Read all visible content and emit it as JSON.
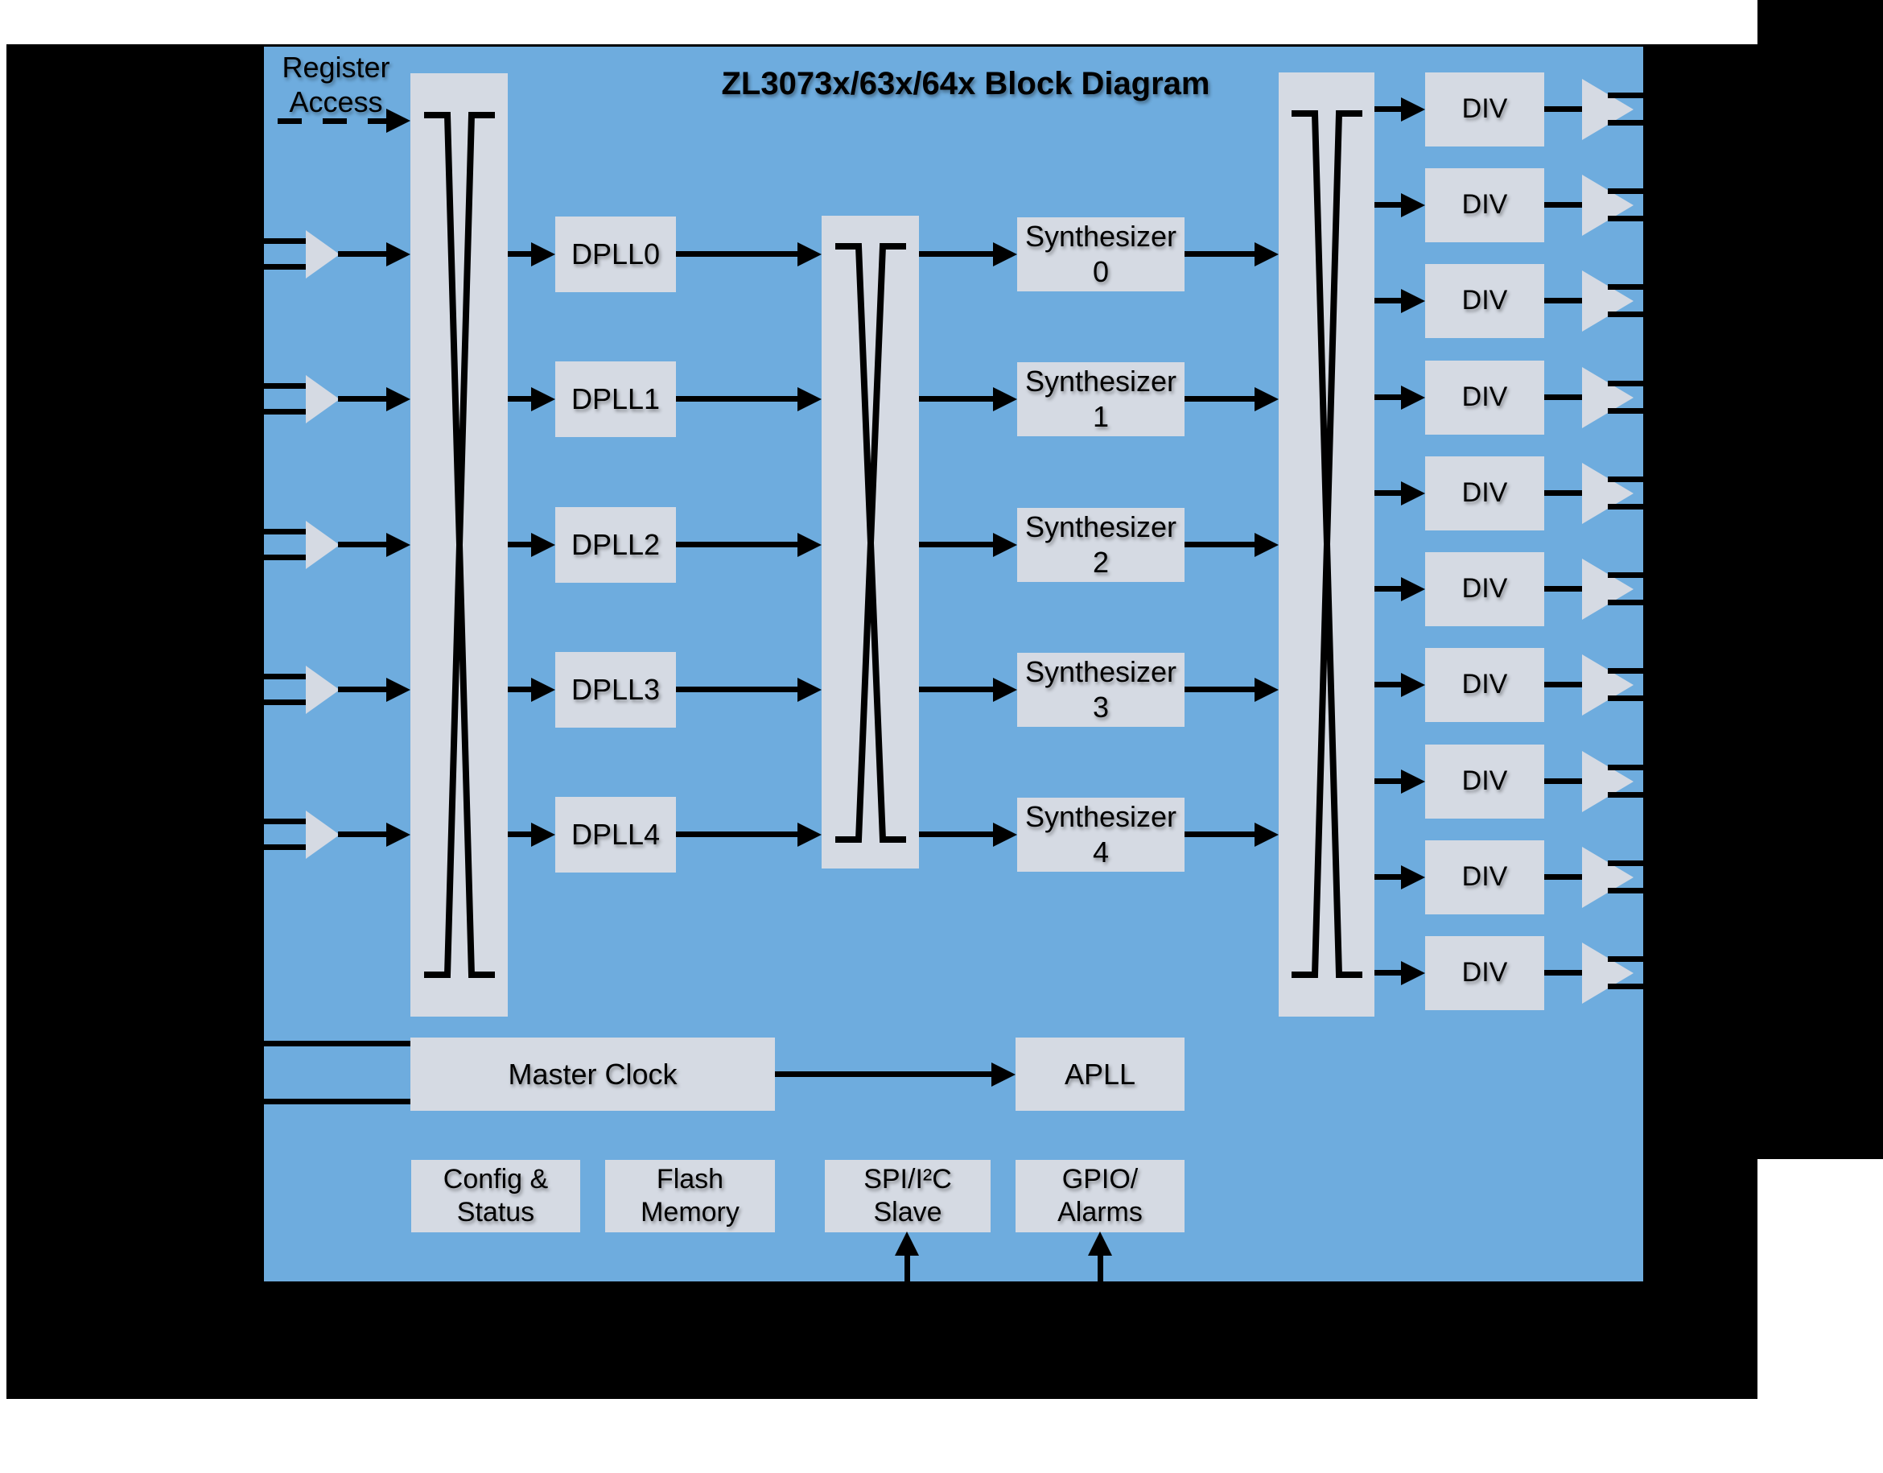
{
  "title": "ZL3073x/63x/64x Block Diagram",
  "register_access": [
    "Register",
    "Access"
  ],
  "dpll": [
    "DPLL0",
    "DPLL1",
    "DPLL2",
    "DPLL3",
    "DPLL4"
  ],
  "synthesizers": [
    "Synthesizer 0",
    "Synthesizer 1",
    "Synthesizer 2",
    "Synthesizer 3",
    "Synthesizer 4"
  ],
  "dividers": {
    "label": "DIV",
    "count": 10
  },
  "bottom": {
    "master_clock": "Master Clock",
    "apll": "APLL",
    "config_status": [
      "Config &",
      "Status"
    ],
    "flash_memory": [
      "Flash",
      "Memory"
    ],
    "spi_slave": [
      "SPI/I²C",
      "Slave"
    ],
    "gpio_alarms": [
      "GPIO/",
      "Alarms"
    ]
  },
  "colors": {
    "canvas": "#6EACDE",
    "block": "#D5DAE3",
    "line": "#000000",
    "background": "#FFFFFF"
  }
}
